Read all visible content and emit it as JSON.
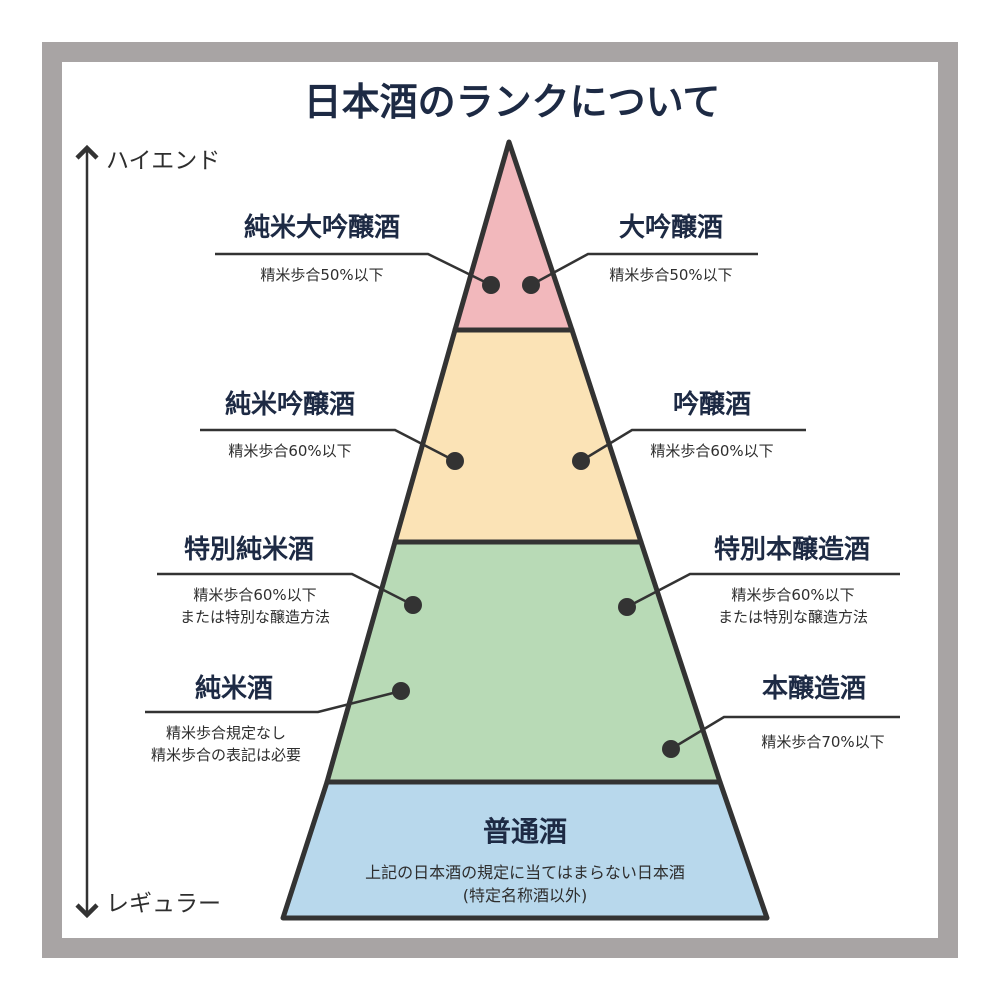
{
  "title": "日本酒のランクについて",
  "axis": {
    "top_label": "ハイエンド",
    "bottom_label": "レギュラー"
  },
  "colors": {
    "tier1": "#f2b8bc",
    "tier2": "#fbe3b6",
    "tier3": "#b8dab6",
    "tier4": "#b8d8ec",
    "outline": "#333333",
    "text": "#1d2a44"
  },
  "grades": {
    "junmai_daiginjo": {
      "name": "純米大吟醸酒",
      "desc": [
        "精米歩合50%以下"
      ]
    },
    "daiginjo": {
      "name": "大吟醸酒",
      "desc": [
        "精米歩合50%以下"
      ]
    },
    "junmai_ginjo": {
      "name": "純米吟醸酒",
      "desc": [
        "精米歩合60%以下"
      ]
    },
    "ginjo": {
      "name": "吟醸酒",
      "desc": [
        "精米歩合60%以下"
      ]
    },
    "tokubetsu_junmai": {
      "name": "特別純米酒",
      "desc": [
        "精米歩合60%以下",
        "または特別な醸造方法"
      ]
    },
    "tokubetsu_honjozo": {
      "name": "特別本醸造酒",
      "desc": [
        "精米歩合60%以下",
        "または特別な醸造方法"
      ]
    },
    "junmai": {
      "name": "純米酒",
      "desc": [
        "精米歩合規定なし",
        "精米歩合の表記は必要"
      ]
    },
    "honjozo": {
      "name": "本醸造酒",
      "desc": [
        "精米歩合70%以下"
      ]
    },
    "futsushu": {
      "name": "普通酒",
      "desc": [
        "上記の日本酒の規定に当てはまらない日本酒",
        "(特定名称酒以外)"
      ]
    }
  }
}
